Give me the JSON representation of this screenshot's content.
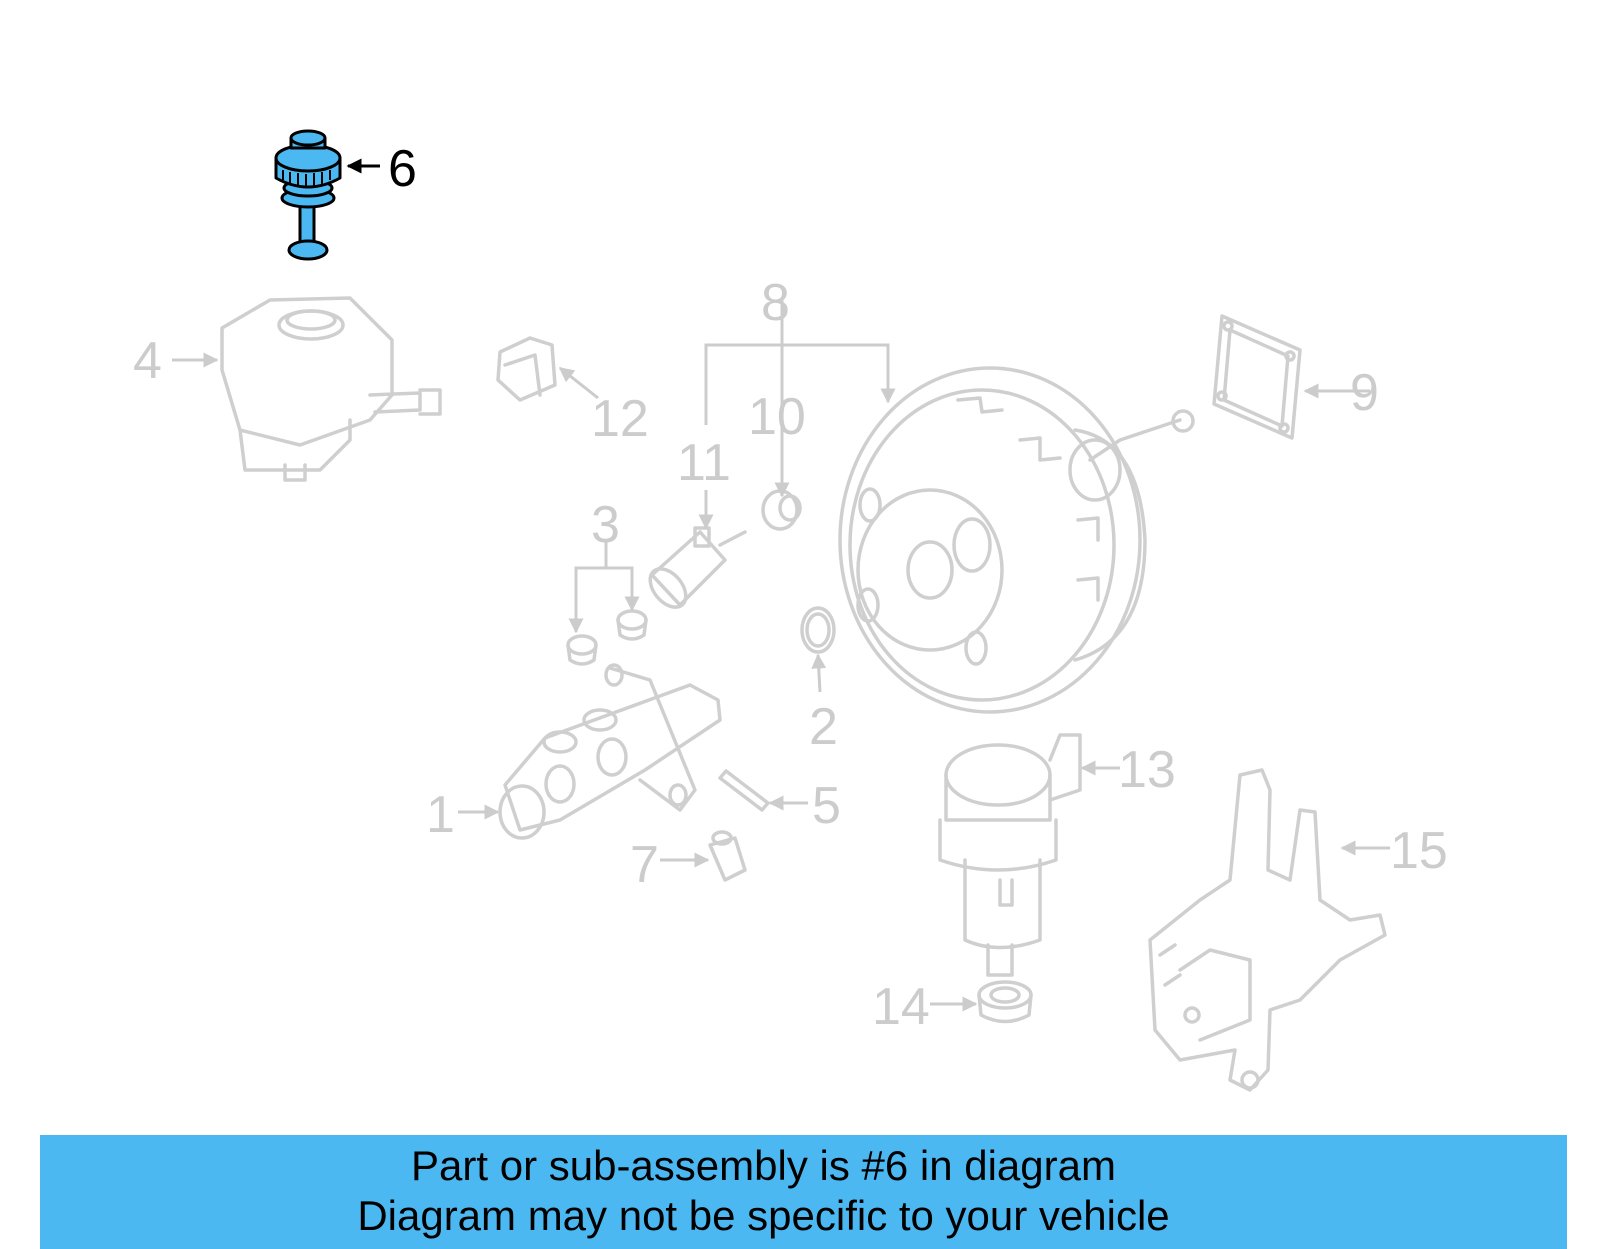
{
  "diagram": {
    "highlighted_callout": "6",
    "highlight_color": "#4cb8f1",
    "dim_color": "#cccccc",
    "callouts": [
      "1",
      "2",
      "3",
      "4",
      "5",
      "6",
      "7",
      "8",
      "9",
      "10",
      "11",
      "12",
      "13",
      "14",
      "15"
    ]
  },
  "caption": {
    "line1": "Part or sub-assembly is #6 in diagram",
    "line2": "Diagram may not be specific to your vehicle",
    "background": "#4cb8f1"
  }
}
